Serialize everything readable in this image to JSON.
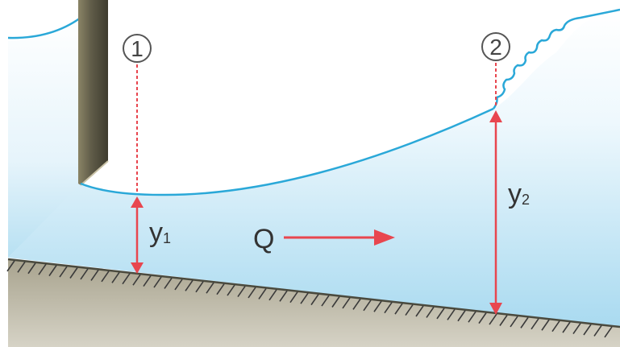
{
  "section_1": {
    "number": "1"
  },
  "section_2": {
    "number": "2"
  },
  "labels": {
    "flow": "Q",
    "depth_1_main": "y",
    "depth_1_sub": "1",
    "depth_2_main": "y",
    "depth_2_sub": "2"
  },
  "colors": {
    "water_surface": "#2aa8d8",
    "water_top": "#ffffff",
    "water_bottom": "#a9daf0",
    "dimension_arrow": "#e8464f",
    "gate": "#6f6a55",
    "bed": "#8a8470",
    "hatch": "#3a3a3a",
    "background": "#ffffff"
  }
}
